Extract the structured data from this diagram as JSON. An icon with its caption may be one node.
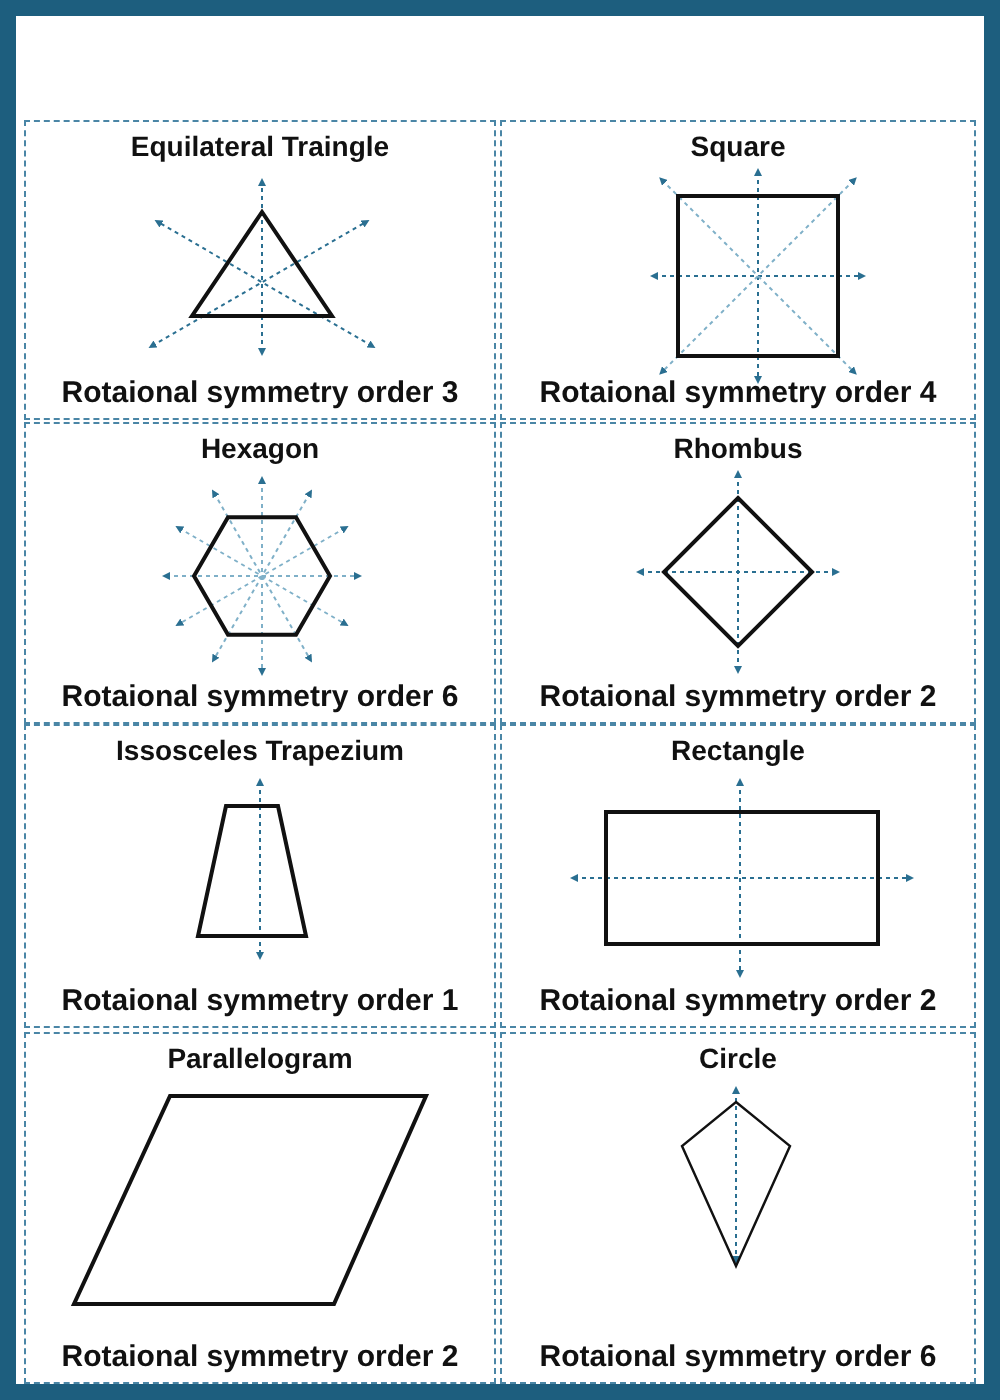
{
  "diagram": {
    "nodes": [
      {
        "text": [
          "Equilateral Traingle",
          "Rotaional symmetry order 3"
        ]
      },
      {
        "text": [
          "Square",
          "Rotaional symmetry order 4"
        ]
      },
      {
        "text": [
          "Hexagon",
          "Rotaional symmetry order 6"
        ]
      },
      {
        "text": [
          "Rhombus",
          "Rotaional symmetry order 2"
        ]
      },
      {
        "text": [
          "Issosceles Trapezium",
          "Rotaional symmetry order 1"
        ]
      },
      {
        "text": [
          "Rectangle",
          "Rotaional symmetry order 2"
        ]
      },
      {
        "text": [
          "Parallelogram",
          "Rotaional symmetry order 2"
        ]
      },
      {
        "text": [
          "Circle",
          "Rotaional symmetry order 6"
        ]
      }
    ]
  }
}
